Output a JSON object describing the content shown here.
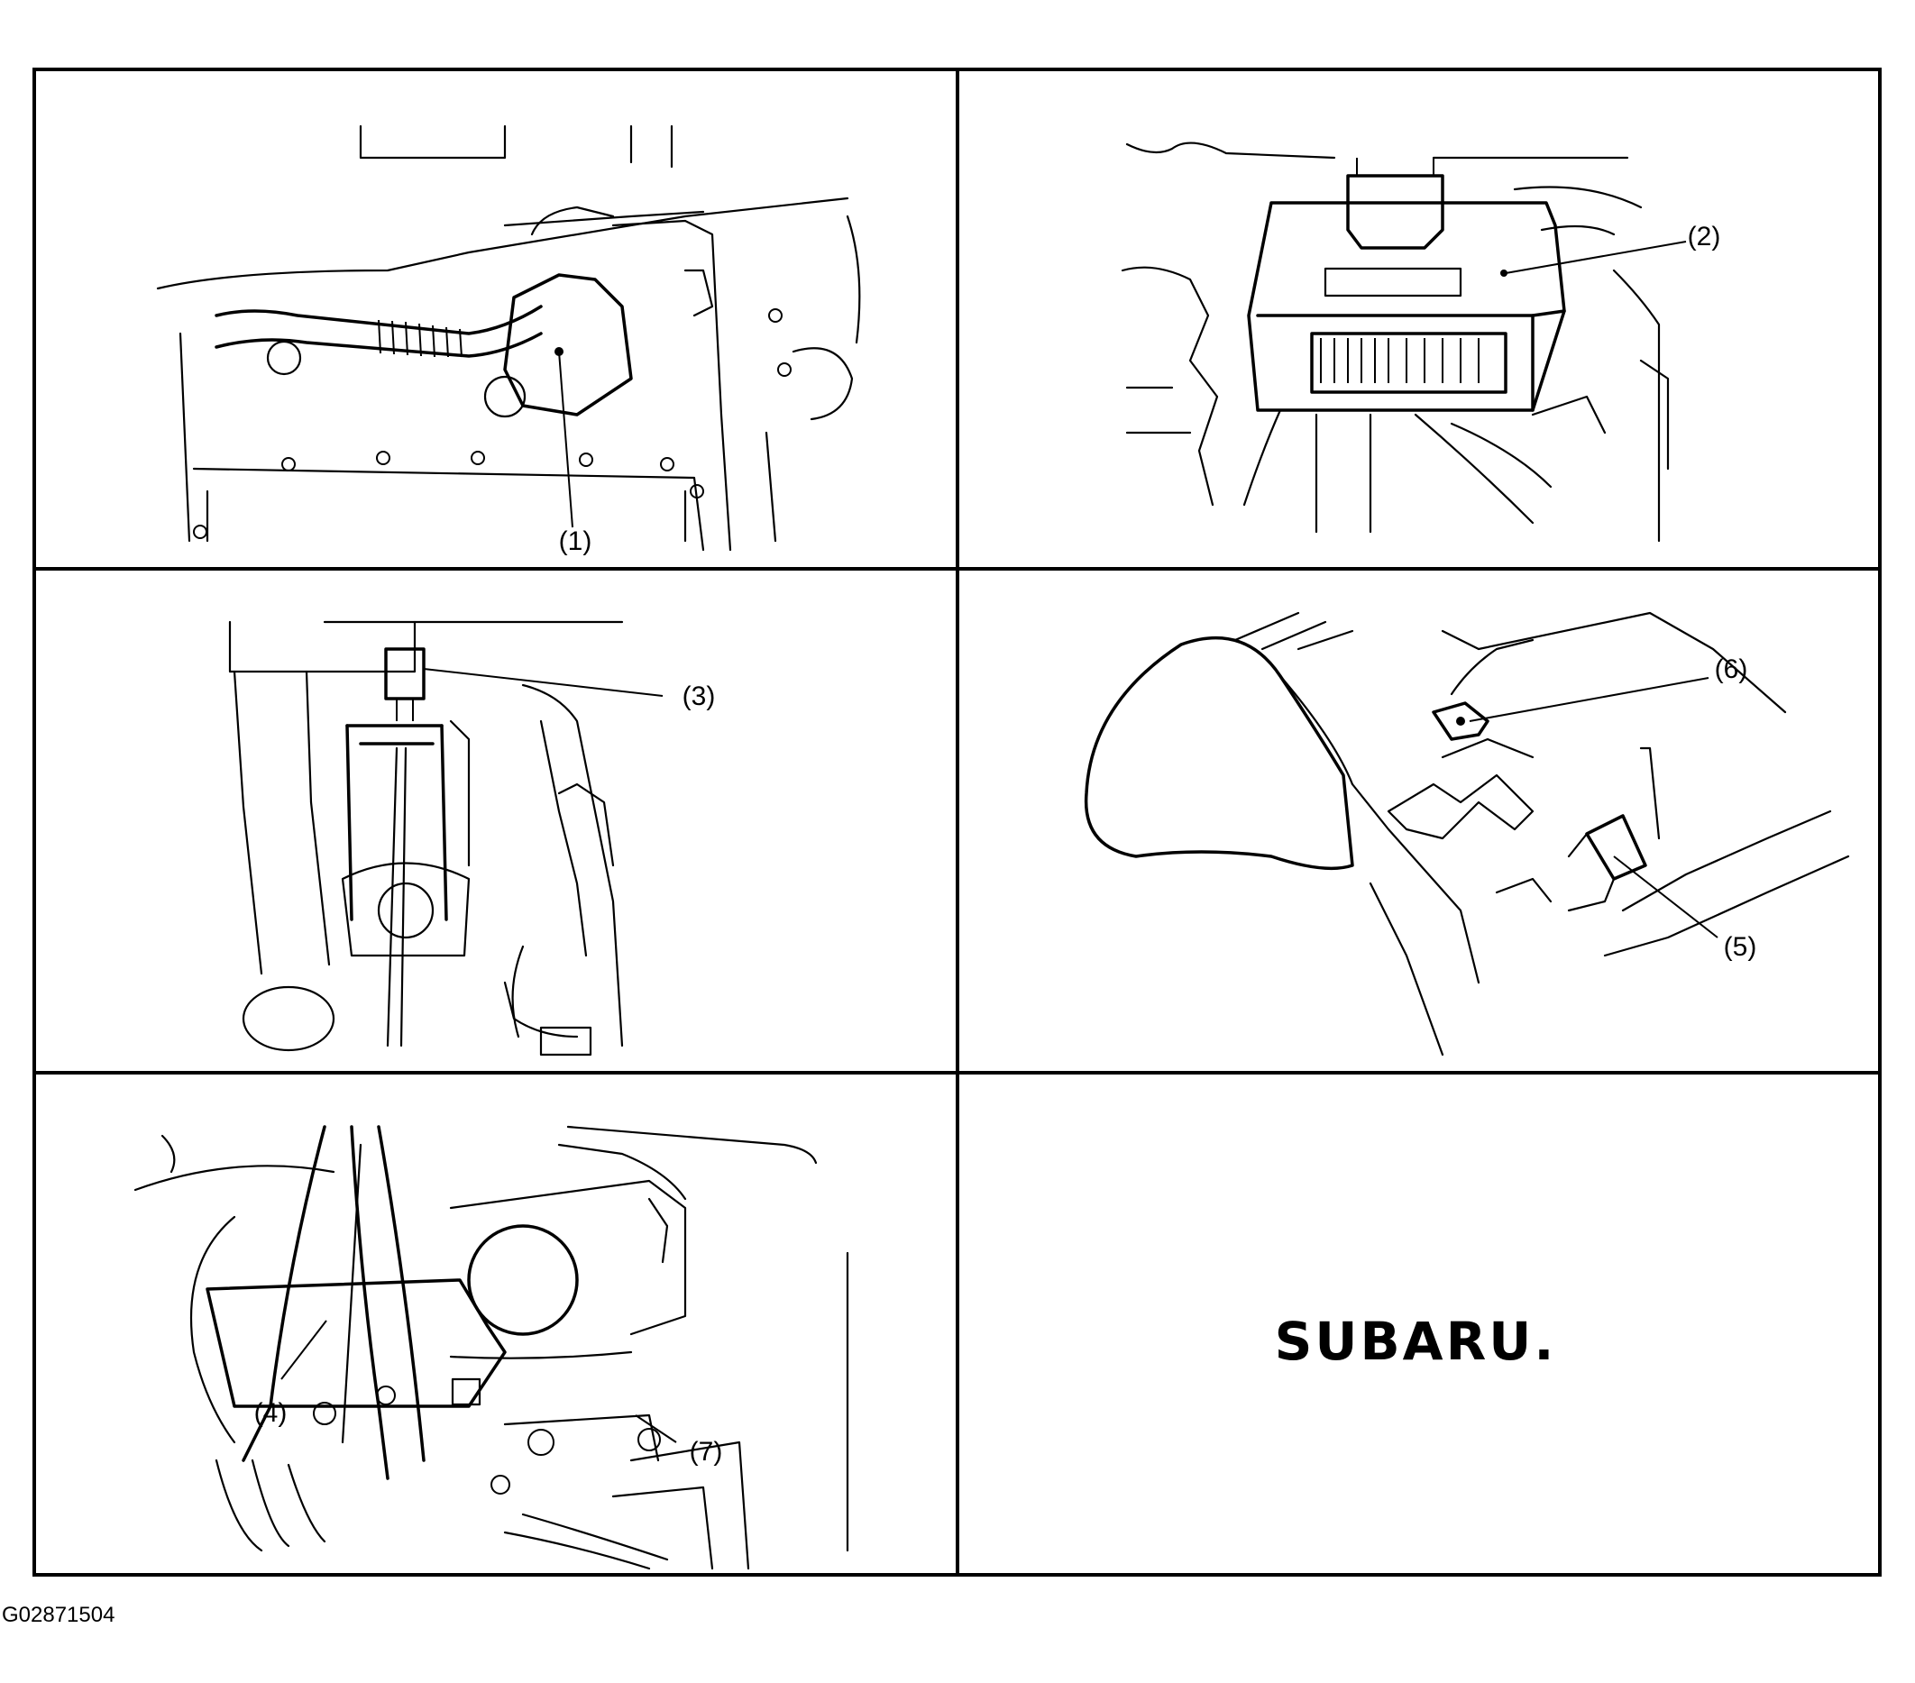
{
  "figure_id": "G02871504",
  "brand": "SUBARU.",
  "panels": [
    {
      "callouts": [
        "(1)"
      ]
    },
    {
      "callouts": [
        "(2)"
      ]
    },
    {
      "callouts": [
        "(3)"
      ]
    },
    {
      "callouts": [
        "(6)",
        "(5)"
      ]
    },
    {
      "callouts": [
        "(4)",
        "(7)"
      ]
    },
    {
      "logo": "SUBARU."
    }
  ]
}
